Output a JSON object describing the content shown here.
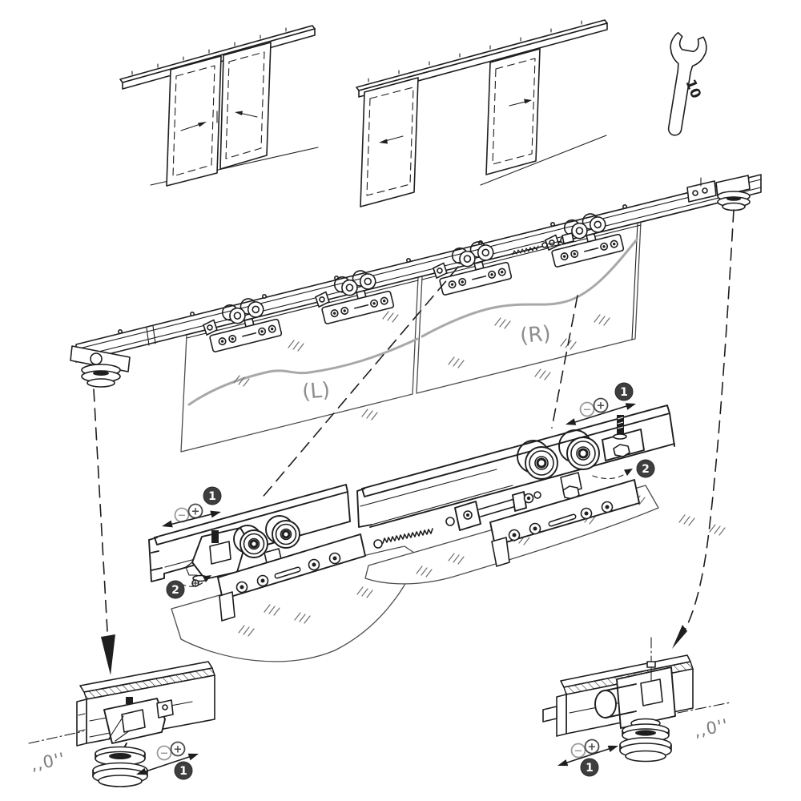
{
  "colors": {
    "line": "#1e1e1e",
    "soft_gray": "#8e8e8e",
    "glass_outline": "#4d4d4d",
    "wave_gray": "#a8a8a8",
    "callout_bg": "#3e3e3e",
    "callout_text": "#ffffff",
    "adjust_minus": "#9a9a9a",
    "adjust_plus": "#4a4a4a",
    "background": "#ffffff"
  },
  "wrench": {
    "size_label": "10"
  },
  "panels": {
    "left_label": "(L)",
    "right_label": "(R)"
  },
  "callouts": {
    "one": "1",
    "two": "2"
  },
  "adjuster": {
    "minus": "−",
    "plus": "+"
  },
  "floor_stops": {
    "left_zero_label": ",,0''",
    "right_zero_label": ",,0''"
  },
  "icons": {
    "schematic_left": "double-doors-closing-icon",
    "schematic_right": "double-doors-opening-icon",
    "wrench": "open-end-wrench-10mm-icon",
    "adjust": "minus-plus-adjustment-icon",
    "arrows": "slide-direction-arrow-icon"
  }
}
